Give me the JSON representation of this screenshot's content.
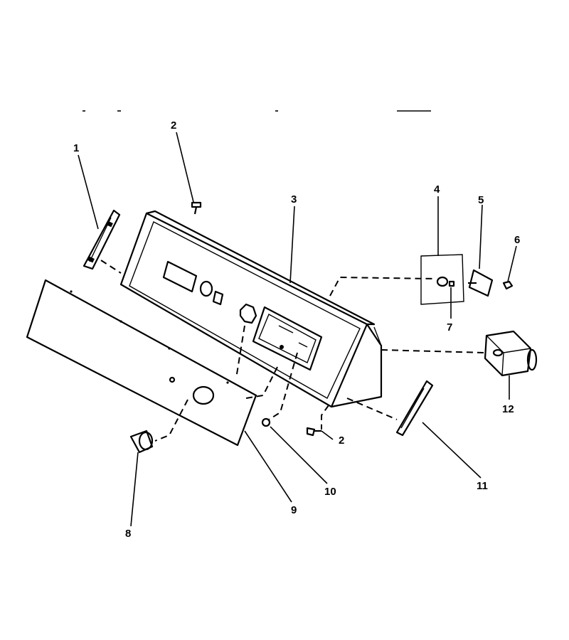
{
  "diagram": {
    "callouts": [
      {
        "id": "c1",
        "text": "1"
      },
      {
        "id": "c2a",
        "text": "2"
      },
      {
        "id": "c3",
        "text": "3"
      },
      {
        "id": "c4",
        "text": "4"
      },
      {
        "id": "c5",
        "text": "5"
      },
      {
        "id": "c6",
        "text": "6"
      },
      {
        "id": "c7",
        "text": "7"
      },
      {
        "id": "c2b",
        "text": "2"
      },
      {
        "id": "c8",
        "text": "8"
      },
      {
        "id": "c9",
        "text": "9"
      },
      {
        "id": "c10",
        "text": "10"
      },
      {
        "id": "c11",
        "text": "11"
      },
      {
        "id": "c12",
        "text": "12"
      }
    ]
  }
}
